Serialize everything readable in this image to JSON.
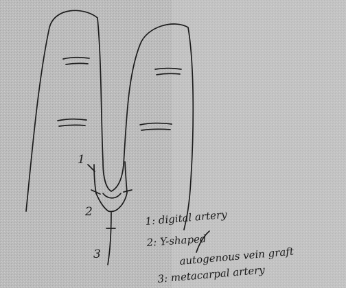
{
  "figure": {
    "paper_color": "#b9b9b9",
    "ink_color": "#1c1c1c",
    "labels": {
      "one": "1",
      "two": "2",
      "three": "3"
    },
    "legend": {
      "line1": "1: digital artery",
      "line2": "2: Y-shaped",
      "line3": "autogenous vein graft",
      "line4": "3: metacarpal artery"
    }
  }
}
